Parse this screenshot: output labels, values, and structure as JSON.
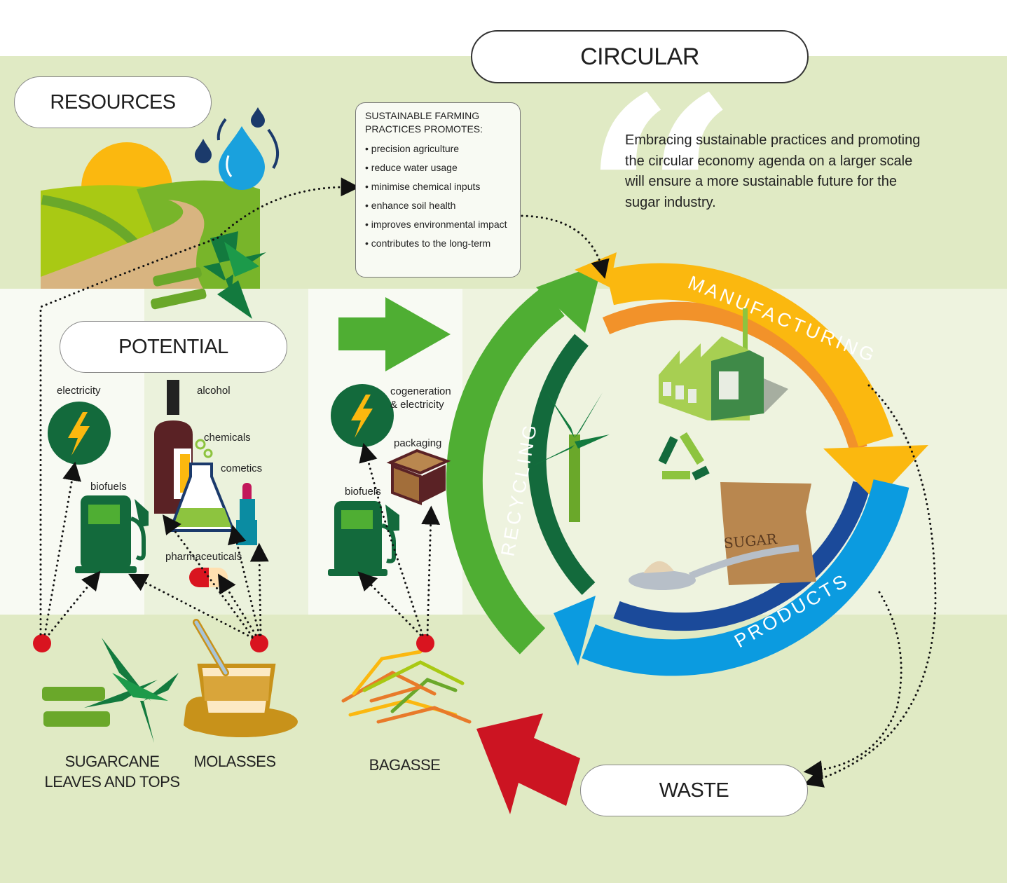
{
  "sections": {
    "circular": "CIRCULAR",
    "resources": "RESOURCES",
    "potential": "POTENTIAL",
    "waste": "WASTE"
  },
  "farming_box": {
    "title_line1": "SUSTAINABLE FARMING",
    "title_line2": "PRACTICES PROMOTES:",
    "items": [
      "• precision agriculture",
      "• reduce water usage",
      "• minimise chemical inputs",
      "• enhance soil health",
      "• improves environmental impact",
      "• contributes to the long-term"
    ]
  },
  "quote": {
    "text": "Embracing sustainable practices and promoting the circular economy agenda on a larger scale will ensure a more sustainable future for the sugar industry.",
    "mark": "“"
  },
  "cycle": {
    "manufacturing": "MANUFACTURING",
    "products": "PRODUCTS",
    "recycling": "RECYCLING",
    "sugar_bag_label": "SUGAR"
  },
  "potential_products": {
    "electricity": "electricity",
    "alcohol": "alcohol",
    "chemicals": "chemicals",
    "cosmetics": "cometics",
    "biofuels": "biofuels",
    "pharmaceuticals": "pharmaceuticals"
  },
  "bagasse_products": {
    "cogeneration_line1": "cogeneration",
    "cogeneration_line2": "& electricity",
    "packaging": "packaging",
    "biofuels": "biofuels"
  },
  "byproducts": {
    "sugarcane_line1": "SUGARCANE",
    "sugarcane_line2": "LEAVES AND TOPS",
    "molasses": "MOLASSES",
    "bagasse": "BAGASSE"
  },
  "colors": {
    "band_green": "#e0eac4",
    "recycling_green": "#4fae33",
    "manufacturing_yellow": "#fbb80f",
    "products_blue": "#0b9be0",
    "waste_arrow_red": "#cc1422",
    "dark_green_icon": "#136a3c"
  }
}
